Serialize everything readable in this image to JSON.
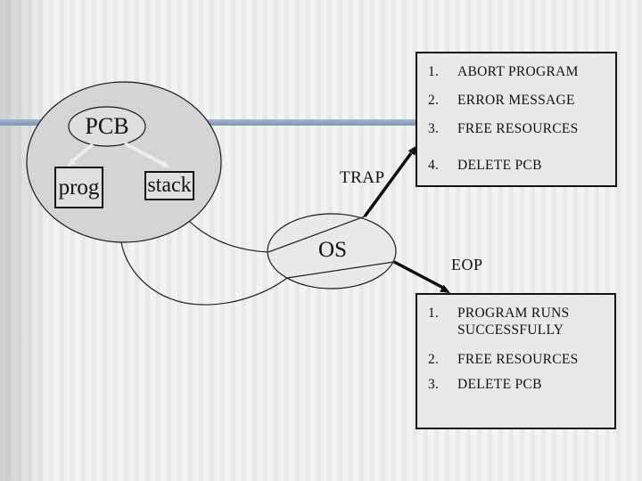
{
  "slide": {
    "colors": {
      "accent_line": "#8fa6c2",
      "stripe_light": "#f3f3f3",
      "stripe_dark": "#e9e9e9",
      "process_fill": "#d4d4d4",
      "box_fill": "#e9e9e9"
    }
  },
  "process": {
    "pcb_label": "PCB",
    "prog_label": "prog",
    "stack_label": "stack"
  },
  "os": {
    "label": "OS"
  },
  "trap": {
    "label": "TRAP",
    "list": [
      {
        "num": "1.",
        "text": "ABORT PROGRAM"
      },
      {
        "num": "2.",
        "text": "ERROR MESSAGE"
      },
      {
        "num": "3.",
        "text": "FREE RESOURCES"
      },
      {
        "num": "4.",
        "text": "DELETE PCB"
      }
    ]
  },
  "eop": {
    "label": "EOP",
    "list": [
      {
        "num": "1.",
        "text": "PROGRAM RUNS SUCCESSFULLY"
      },
      {
        "num": "2.",
        "text": "FREE RESOURCES"
      },
      {
        "num": "3.",
        "text": "DELETE PCB"
      }
    ]
  }
}
